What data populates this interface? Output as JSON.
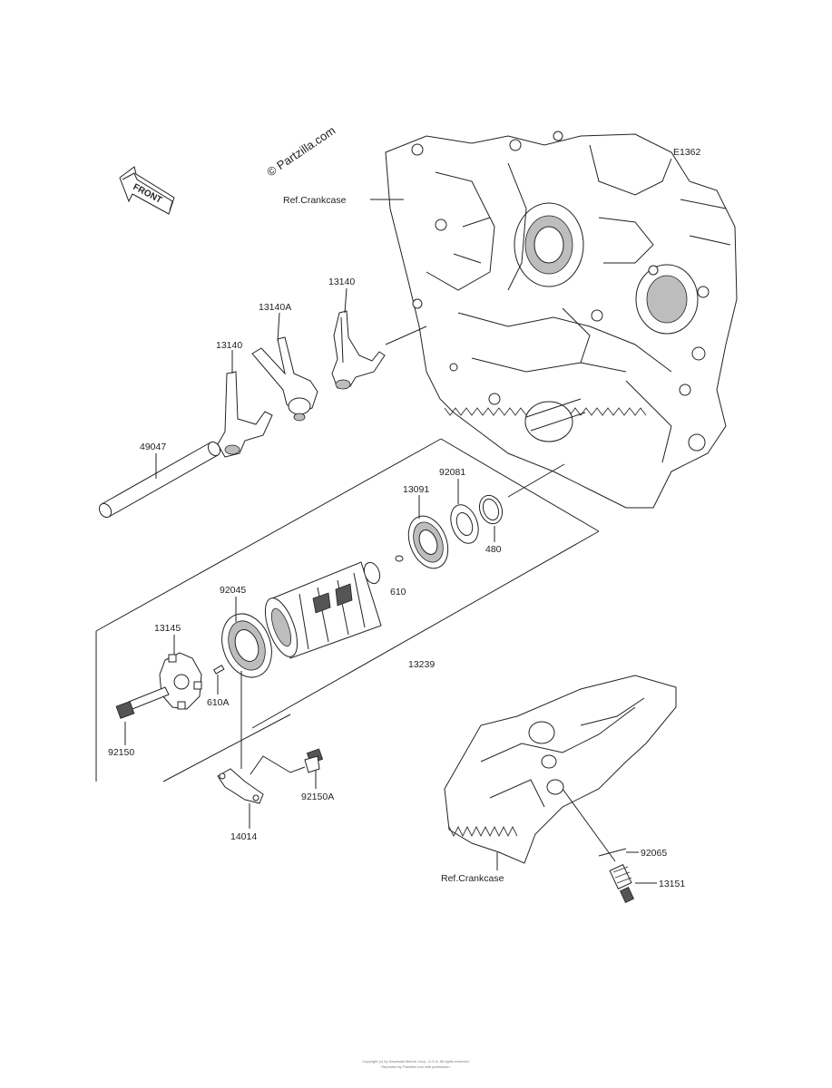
{
  "watermark": "© Partzilla.com",
  "front_badge": "FRONT",
  "figure_code": "E1362",
  "labels": {
    "ref_crankcase_top": "Ref.Crankcase",
    "ref_crankcase_bottom": "Ref.Crankcase",
    "p13140_top": "13140",
    "p13140A": "13140A",
    "p13140_left": "13140",
    "p49047": "49047",
    "p92081": "92081",
    "p13091": "13091",
    "p480": "480",
    "p610": "610",
    "p92045": "92045",
    "p13145": "13145",
    "p13239": "13239",
    "p610A": "610A",
    "p92150": "92150",
    "p92150A": "92150A",
    "p14014": "14014",
    "p92065": "92065",
    "p13151": "13151"
  },
  "footer": {
    "line1": "Copyright (c) by Kawasaki Motors Corp., U.S.A. All rights reserved.",
    "line2": "Reprinted by Partzilla.com with permission."
  }
}
